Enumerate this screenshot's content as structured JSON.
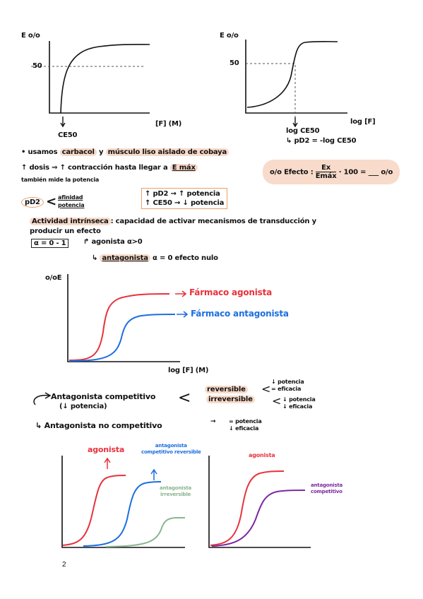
{
  "graph1": {
    "ylabel": "E o/o",
    "ytick": "50",
    "xlabel": "[F] (M)",
    "marker": "CE50"
  },
  "graph2": {
    "ylabel": "E o/o",
    "ytick": "50",
    "xlabel": "log [F]",
    "marker": "log CE50",
    "formula": "↳ pD2 = -log CE50"
  },
  "notes": {
    "line1_a": "• usamos ",
    "line1_carbacol": "carbacol",
    "line1_b": " y ",
    "line1_musculo": "músculo liso aislado de cobaya",
    "line2_a": "↑ dosis ⇒ ↑ contracción hasta llegar a ",
    "line2_emax": "E máx",
    "line3": "también mide la potencia",
    "efecto_label": "o/o Efecto :",
    "efecto_num": "Ex",
    "efecto_den": "Emáx",
    "efecto_tail": "· 100 = ___ o/o",
    "pd2": "pD2",
    "lt": "<",
    "afinidad": "afinidad",
    "potencia": "potencia",
    "rule1": "↑ pD2 → ↑ potencia",
    "rule2": "↑ CE50 → ↓ potencia",
    "actividad_label": "Actividad intrínseca",
    "actividad_text": ": capacidad de activar mecanismos de transducción y",
    "actividad_text2": "producir un efecto",
    "alpha_box": "α = 0 - 1",
    "agonista_line": "↱ agonista  α>0",
    "antagonista_arrow": "↳",
    "antagonista_word": "antagonista",
    "antagonista_tail": " α = 0   efecto nulo"
  },
  "graph3": {
    "ylabel": "o/oE",
    "xlabel": "log [F] (M)",
    "series_agonista": "Fármaco agonista",
    "series_antagonista": "Fármaco antagonista"
  },
  "antagonismo": {
    "competitivo": "Antagonista competitivo",
    "competitivo_sub": "(↓ potencia)",
    "reversible": "reversible",
    "irreversible": "irreversible",
    "rev_1": "↓ potencia",
    "rev_2": "= eficacia",
    "irr_1": "↓ potencia",
    "irr_2": "↓ eficacia",
    "no_competitivo": "↳ Antagonista no competitivo",
    "nc_1": "= potencia",
    "nc_2": "↓ eficacia"
  },
  "graph4": {
    "agonista": "agonista",
    "ant_rev_1": "antagonista",
    "ant_rev_2": "competitivo reversible",
    "ant_irr_1": "antagonista",
    "ant_irr_2": "irreversible"
  },
  "graph5": {
    "agonista": "agonista",
    "ant_nc_1": "antagonista",
    "ant_nc_2": "competitivo"
  },
  "page_number": "2",
  "colors": {
    "agonista": "#e8323c",
    "antagonista": "#1c6fe0",
    "irreversible": "#8ab58e",
    "no_competitivo": "#7b2a9e",
    "highlight": "#f2bea0"
  }
}
